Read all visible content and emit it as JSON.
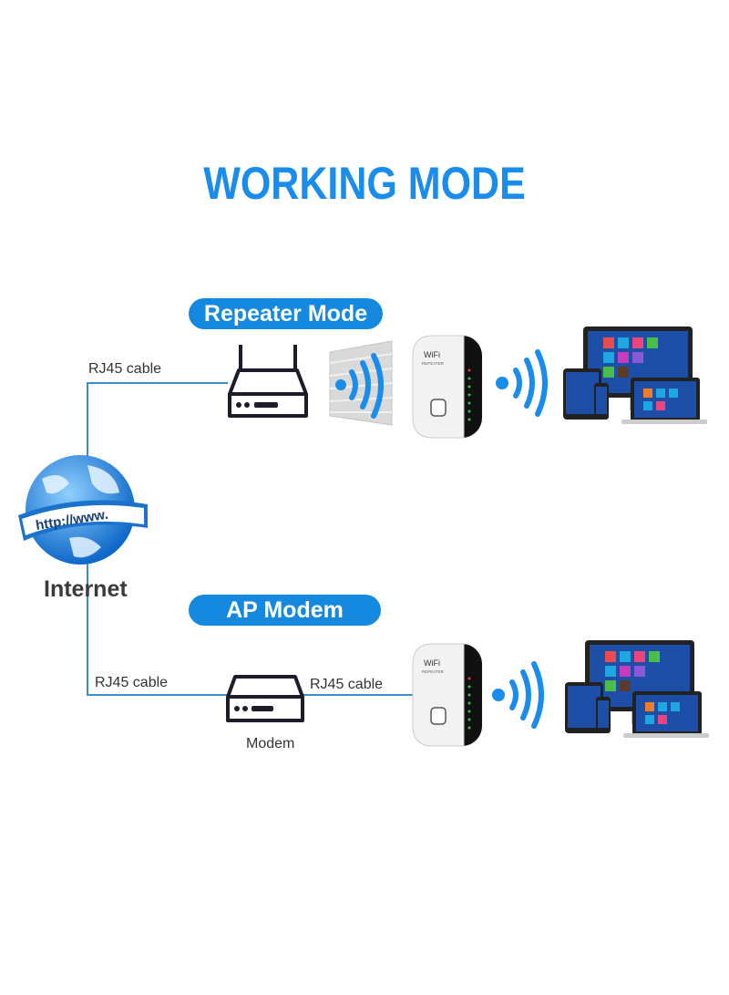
{
  "title": "WORKING MODE",
  "sections": [
    {
      "mode": "Repeater Mode",
      "cable_label": "RJ45 cable"
    },
    {
      "mode": "AP Modem",
      "cable_label_left": "RJ45 cable",
      "cable_label_right": "RJ45 cable",
      "device_label": "Modem"
    }
  ],
  "globe": {
    "label": "Internet",
    "banner": "http://www."
  },
  "repeater": {
    "brand": "WiFi",
    "model": "REPEATER"
  },
  "colors": {
    "accent": "#1589e0",
    "line": "#3a8fc9",
    "wave": "#1a8ceb"
  }
}
